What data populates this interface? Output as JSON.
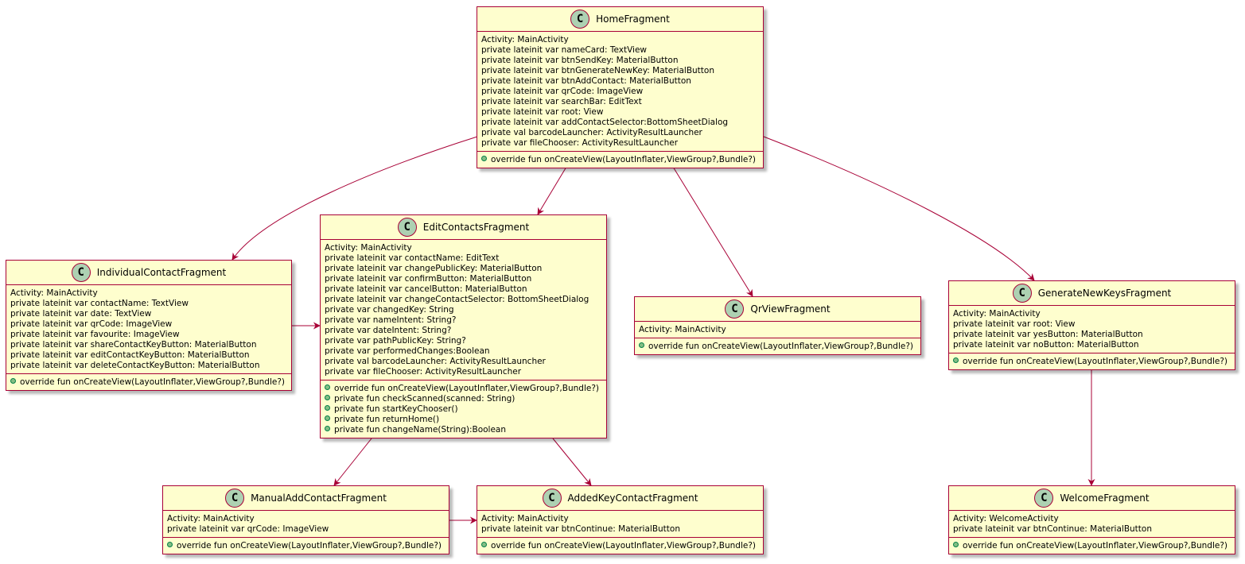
{
  "colors": {
    "box_fill": "#fefece",
    "border": "#a80036",
    "icon": "#add1b2",
    "arrow": "#a80036"
  },
  "classes": {
    "home": {
      "name": "HomeFragment",
      "fields": [
        "Activity: MainActivity",
        "private lateinit var nameCard: TextView",
        "private lateinit var btnSendKey: MaterialButton",
        "private lateinit var btnGenerateNewKey: MaterialButton",
        "private lateinit var btnAddContact: MaterialButton",
        "private lateinit var qrCode: ImageView",
        "private lateinit var searchBar: EditText",
        "private lateinit var root: View",
        "private lateinit var addContactSelector:BottomSheetDialog",
        "private val barcodeLauncher: ActivityResultLauncher",
        "private var fileChooser: ActivityResultLauncher"
      ],
      "methods": [
        "override fun onCreateView(LayoutInflater,ViewGroup?,Bundle?)"
      ]
    },
    "individual": {
      "name": "IndividualContactFragment",
      "fields": [
        "Activity: MainActivity",
        "private lateinit var contactName: TextView",
        "private lateinit var date: TextView",
        "private lateinit var qrCode: ImageView",
        "private lateinit var favourite: ImageView",
        "private lateinit var shareContactKeyButton: MaterialButton",
        "private lateinit var editContactKeyButton: MaterialButton",
        "private lateinit var deleteContactKeyButton: MaterialButton"
      ],
      "methods": [
        "override fun onCreateView(LayoutInflater,ViewGroup?,Bundle?)"
      ]
    },
    "edit": {
      "name": "EditContactsFragment",
      "fields": [
        "Activity: MainActivity",
        "private lateinit var contactName: EditText",
        "private lateinit var changePublicKey: MaterialButton",
        "private lateinit var confirmButton: MaterialButton",
        "private lateinit var cancelButton: MaterialButton",
        "private lateinit var changeContactSelector: BottomSheetDialog",
        "private var changedKey: String",
        "private var nameIntent: String?",
        "private var dateIntent: String?",
        "private var pathPublicKey: String?",
        "private var performedChanges:Boolean",
        "private val barcodeLauncher: ActivityResultLauncher",
        "private var fileChooser: ActivityResultLauncher"
      ],
      "methods": [
        "override fun onCreateView(LayoutInflater,ViewGroup?,Bundle?)",
        "private fun checkScanned(scanned: String)",
        "private fun startKeyChooser()",
        "private fun returnHome()",
        "private fun changeName(String):Boolean"
      ]
    },
    "qr": {
      "name": "QrViewFragment",
      "fields": [
        "Activity: MainActivity"
      ],
      "methods": [
        "override fun onCreateView(LayoutInflater,ViewGroup?,Bundle?)"
      ]
    },
    "generate": {
      "name": "GenerateNewKeysFragment",
      "fields": [
        "Activity: MainActivity",
        "private lateinit var root: View",
        "private lateinit var yesButton: MaterialButton",
        "private lateinit var noButton: MaterialButton"
      ],
      "methods": [
        "override fun onCreateView(LayoutInflater,ViewGroup?,Bundle?)"
      ]
    },
    "manual": {
      "name": "ManualAddContactFragment",
      "fields": [
        "Activity: MainActivity",
        "private lateinit var qrCode: ImageView"
      ],
      "methods": [
        "override fun onCreateView(LayoutInflater,ViewGroup?,Bundle?)"
      ]
    },
    "added": {
      "name": "AddedKeyContactFragment",
      "fields": [
        "Activity: MainActivity",
        "private lateinit var btnContinue: MaterialButton"
      ],
      "methods": [
        "override fun onCreateView(LayoutInflater,ViewGroup?,Bundle?)"
      ]
    },
    "welcome": {
      "name": "WelcomeFragment",
      "fields": [
        "Activity: WelcomeActivity",
        "private lateinit var btnContinue: MaterialButton"
      ],
      "methods": [
        "override fun onCreateView(LayoutInflater,ViewGroup?,Bundle?)"
      ]
    }
  },
  "relations": [
    {
      "from": "home",
      "to": "individual"
    },
    {
      "from": "home",
      "to": "edit"
    },
    {
      "from": "home",
      "to": "qr"
    },
    {
      "from": "home",
      "to": "generate"
    },
    {
      "from": "individual",
      "to": "edit"
    },
    {
      "from": "edit",
      "to": "manual"
    },
    {
      "from": "edit",
      "to": "added"
    },
    {
      "from": "manual",
      "to": "added"
    },
    {
      "from": "generate",
      "to": "welcome"
    }
  ]
}
